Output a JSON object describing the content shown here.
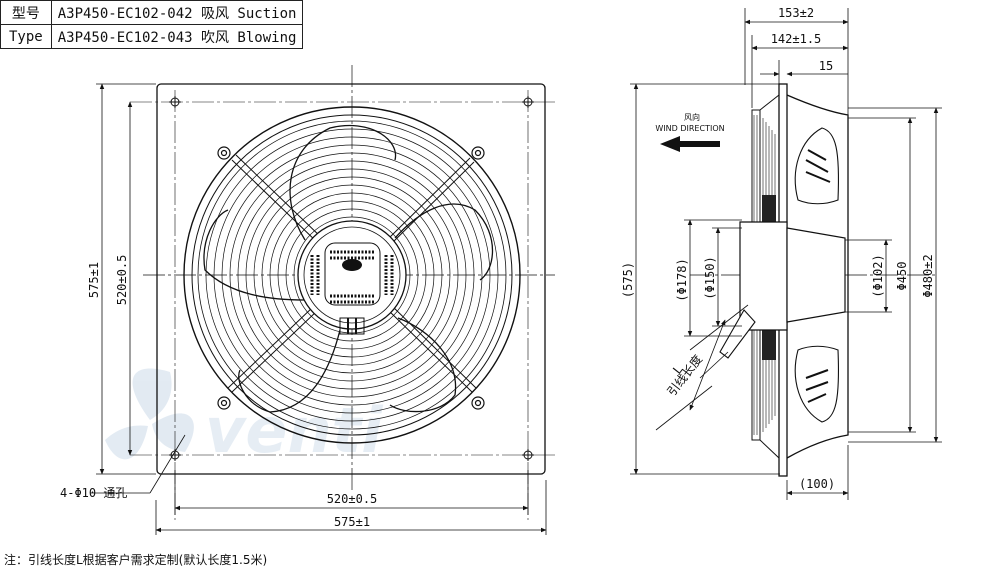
{
  "model_table": {
    "rows": [
      {
        "label": "型号",
        "value": "A3P450-EC102-042 吸风 Suction"
      },
      {
        "label": "Type",
        "value": "A3P450-EC102-043 吹风 Blowing"
      }
    ]
  },
  "front_view": {
    "dim_height_outer": "575±1",
    "dim_height_holes": "520±0.5",
    "dim_width_holes": "520±0.5",
    "dim_width_outer": "575±1",
    "hole_callout": "4-Φ10 通孔"
  },
  "side_view": {
    "dim_153": "153±2",
    "dim_142": "142±1.5",
    "dim_15": "15",
    "dim_575": "(575)",
    "dim_178": "(Φ178)",
    "dim_150": "(Φ150)",
    "dim_102": "(Φ102)",
    "dim_450": "Φ450",
    "dim_480": "Φ480±2",
    "dim_100": "(100)",
    "wind_cn": "风向",
    "wind_en": "WIND DIRECTION",
    "lead_L": "L",
    "lead_label": "引线长度"
  },
  "watermark": "venti",
  "note": "注：引线长度L根据客户需求定制(默认长度1.5米)"
}
